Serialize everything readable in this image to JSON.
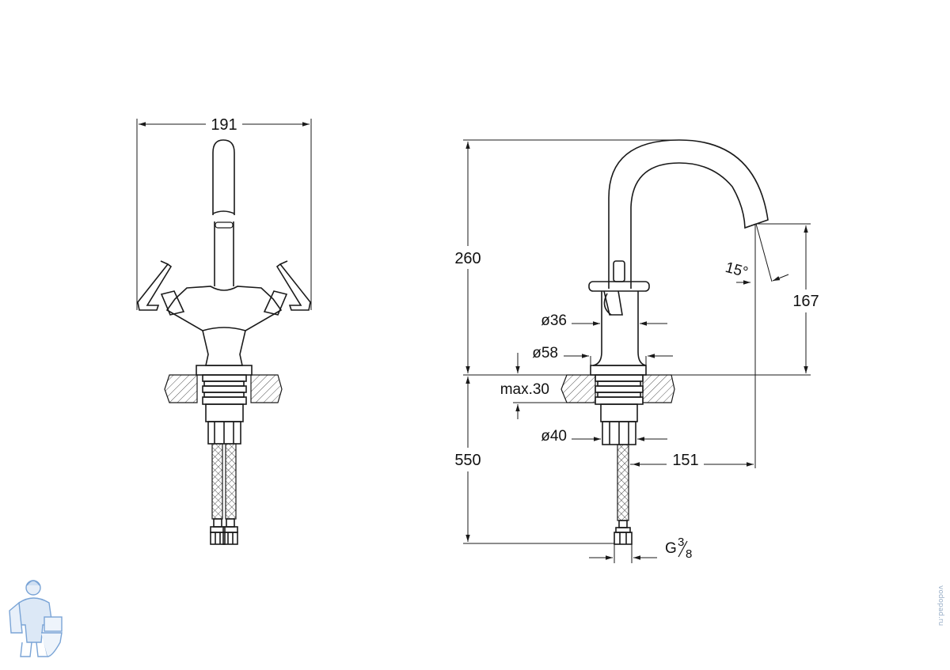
{
  "front_view": {
    "width_dim": "191"
  },
  "side_view": {
    "height_total": "260",
    "height_spout": "167",
    "depth_below": "550",
    "reach": "151",
    "angle": "15°",
    "dia_handle": "ø36",
    "dia_base": "ø58",
    "deck_thickness": "max.30",
    "dia_shank": "ø40",
    "connection": "G",
    "conn_num": "3",
    "conn_den": "8"
  },
  "watermark": {
    "side_text": "vodopad.ru"
  },
  "colors": {
    "line": "#1a1a1a",
    "hatch": "#555555",
    "logo": "#7aa4d6"
  }
}
